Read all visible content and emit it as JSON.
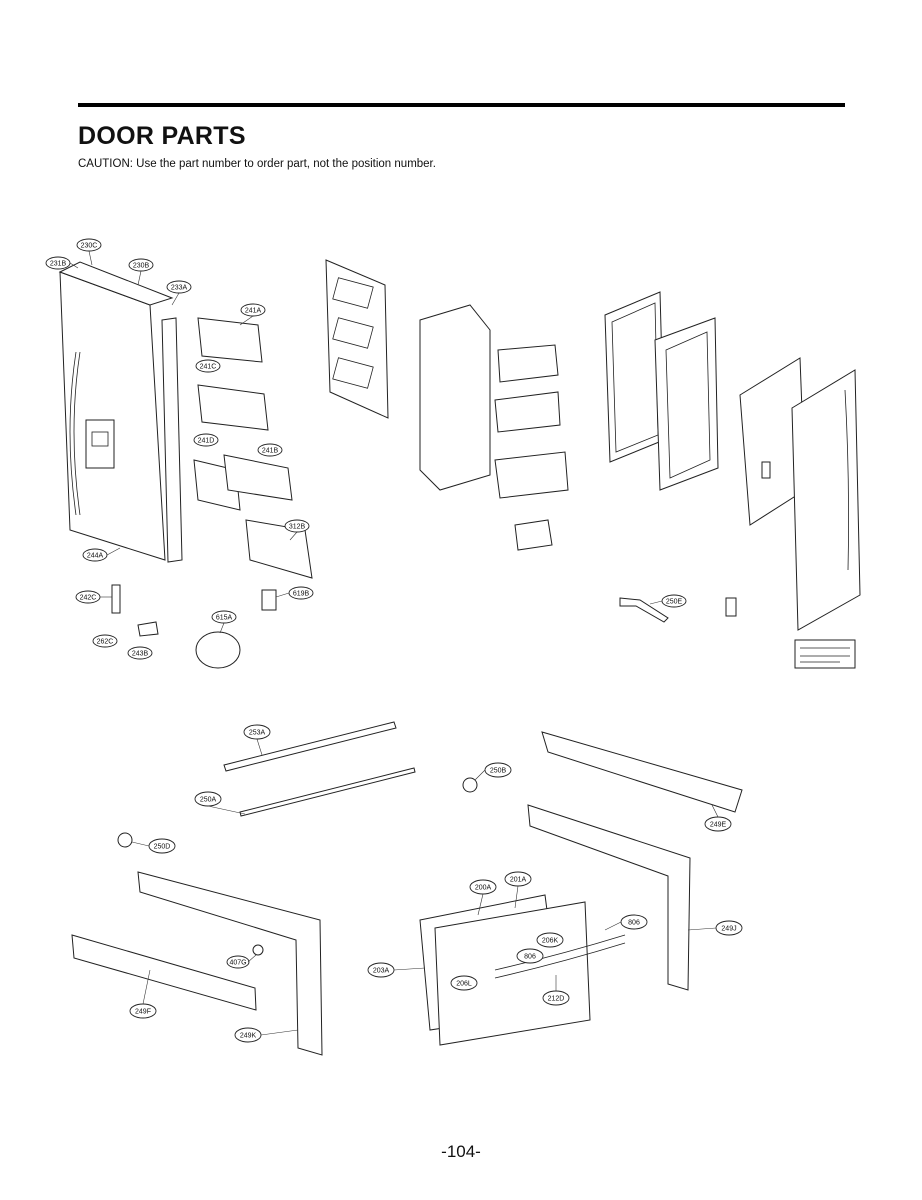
{
  "header": {
    "title": "DOOR PARTS",
    "caution": "CAUTION: Use the part number to order part, not the position number."
  },
  "footer": {
    "page_number": "-104-"
  },
  "callouts": {
    "c231b": "231B",
    "c230c": "230C",
    "c230b": "230B",
    "c233a": "233A",
    "c241a": "241A",
    "c241c": "241C",
    "c241d": "241D",
    "c241b": "241B",
    "c312b": "312B",
    "c244a": "244A",
    "c242c": "242C",
    "c262c": "262C",
    "c243b": "243B",
    "c615a": "615A",
    "c619b": "619B",
    "c253a": "253A",
    "c250a": "250A",
    "c250b": "250B",
    "c249e": "249E",
    "c250d": "250D",
    "c407g": "407G",
    "c249f": "249F",
    "c249k": "249K",
    "c200a": "200A",
    "c201a": "201A",
    "c203a": "203A",
    "c206k": "206K",
    "c806a": "806",
    "c806b": "806",
    "c206l": "206L",
    "c212d": "212D",
    "c249j": "249J",
    "c250e": "250E"
  }
}
